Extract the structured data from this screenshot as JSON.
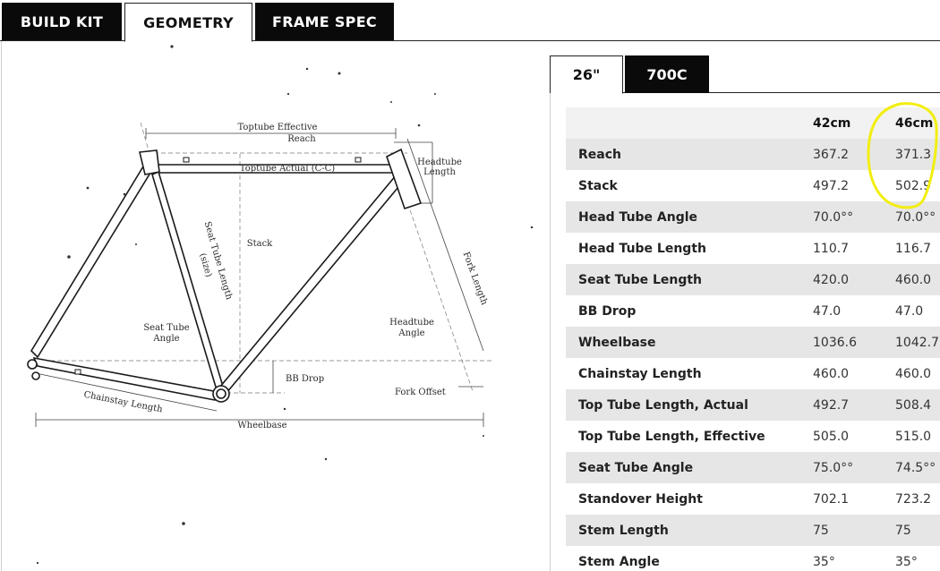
{
  "main_tabs": [
    {
      "label": "BUILD KIT",
      "active": false
    },
    {
      "label": "GEOMETRY",
      "active": true
    },
    {
      "label": "FRAME SPEC",
      "active": false
    }
  ],
  "size_tabs": [
    {
      "label": "26\"",
      "active": true
    },
    {
      "label": "700C",
      "active": false
    }
  ],
  "diagram": {
    "labels": {
      "toptube_effective": "Toptube Effective",
      "reach": "Reach",
      "toptube_actual": "Toptube Actual (C-C)",
      "headtube": "Headtube",
      "headtube_length": "Length",
      "stack": "Stack",
      "seat_tube_length": "Seat Tube Length",
      "seat_tube_length_sub": "(size)",
      "fork_length": "Fork Length",
      "seat_tube_angle_1": "Seat Tube",
      "seat_tube_angle_2": "Angle",
      "headtube_angle_1": "Headtube",
      "headtube_angle_2": "Angle",
      "bb_drop": "BB Drop",
      "fork_offset": "Fork Offset",
      "chainstay_length": "Chainstay Length",
      "wheelbase": "Wheelbase"
    }
  },
  "table": {
    "columns": [
      "42cm",
      "46cm"
    ],
    "rows": [
      {
        "label": "Reach",
        "a": "367.2",
        "b": "371.3"
      },
      {
        "label": "Stack",
        "a": "497.2",
        "b": "502.9"
      },
      {
        "label": "Head Tube Angle",
        "a": "70.0°°",
        "b": "70.0°°"
      },
      {
        "label": "Head Tube Length",
        "a": "110.7",
        "b": "116.7"
      },
      {
        "label": "Seat Tube Length",
        "a": "420.0",
        "b": "460.0"
      },
      {
        "label": "BB Drop",
        "a": "47.0",
        "b": "47.0"
      },
      {
        "label": "Wheelbase",
        "a": "1036.6",
        "b": "1042.7"
      },
      {
        "label": "Chainstay Length",
        "a": "460.0",
        "b": "460.0"
      },
      {
        "label": "Top Tube Length, Actual",
        "a": "492.7",
        "b": "508.4"
      },
      {
        "label": "Top Tube Length, Effective",
        "a": "505.0",
        "b": "515.0"
      },
      {
        "label": "Seat Tube Angle",
        "a": "75.0°°",
        "b": "74.5°°"
      },
      {
        "label": "Standover Height",
        "a": "702.1",
        "b": "723.2"
      },
      {
        "label": "Stem Length",
        "a": "75",
        "b": "75"
      },
      {
        "label": "Stem Angle",
        "a": "35°",
        "b": "35°"
      }
    ]
  },
  "colors": {
    "tab_bg": "#0a0a0a",
    "row_shade": "#e6e6e6",
    "highlight": "#f2ee10"
  }
}
